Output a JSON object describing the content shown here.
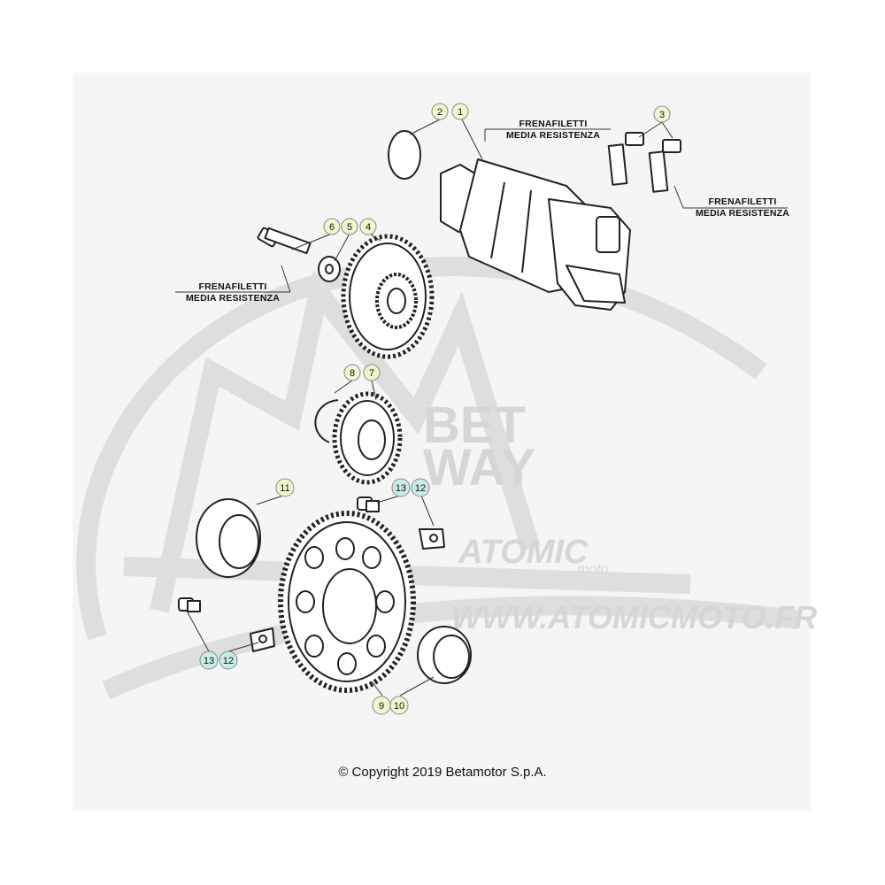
{
  "notes": [
    {
      "line1": "FRENAFILETTI",
      "line2": "MEDIA RESISTENZA"
    },
    {
      "line1": "FRENAFILETTI",
      "line2": "MEDIA RESISTENZA"
    },
    {
      "line1": "FRENAFILETTI",
      "line2": "MEDIA RESISTENZA"
    }
  ],
  "callouts": [
    "2",
    "1",
    "3",
    "6",
    "5",
    "4",
    "8",
    "7",
    "11",
    "13",
    "12",
    "13",
    "12",
    "9",
    "10"
  ],
  "colors": {
    "callout_fill": "#f3f5cf",
    "callout_alt_fill": "#c9ece9",
    "line": "#333333",
    "watermark": "#dddddd"
  },
  "watermark": {
    "brand": "ATOMIC",
    "brand_sub": "moto",
    "site": "WWW.ATOMICMOTO.FR",
    "ghost_top": "BET",
    "ghost_bottom": "WAY"
  },
  "copyright": "© Copyright 2019 Betamotor S.p.A."
}
